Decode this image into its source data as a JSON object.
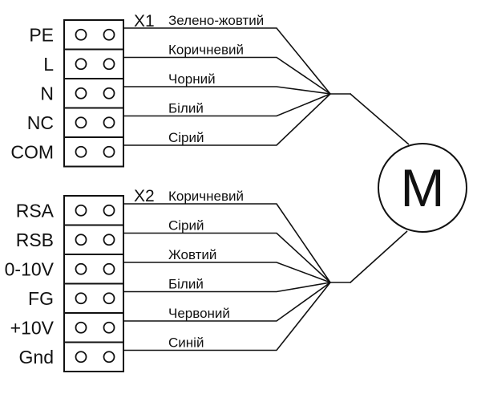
{
  "blocks": [
    {
      "title": "X1",
      "terminals": [
        {
          "pin": "PE",
          "wire": "Зелено-жовтий"
        },
        {
          "pin": "L",
          "wire": "Коричневий"
        },
        {
          "pin": "N",
          "wire": "Чорний"
        },
        {
          "pin": "NC",
          "wire": "Білий"
        },
        {
          "pin": "COM",
          "wire": "Сірий"
        }
      ]
    },
    {
      "title": "X2",
      "terminals": [
        {
          "pin": "RSA",
          "wire": "Коричневий"
        },
        {
          "pin": "RSB",
          "wire": "Сірий"
        },
        {
          "pin": "0-10V",
          "wire": "Жовтий"
        },
        {
          "pin": "FG",
          "wire": "Білий"
        },
        {
          "pin": "+10V",
          "wire": "Червоний"
        },
        {
          "pin": "Gnd",
          "wire": "Синій"
        }
      ]
    }
  ],
  "motor": {
    "label": "M"
  }
}
